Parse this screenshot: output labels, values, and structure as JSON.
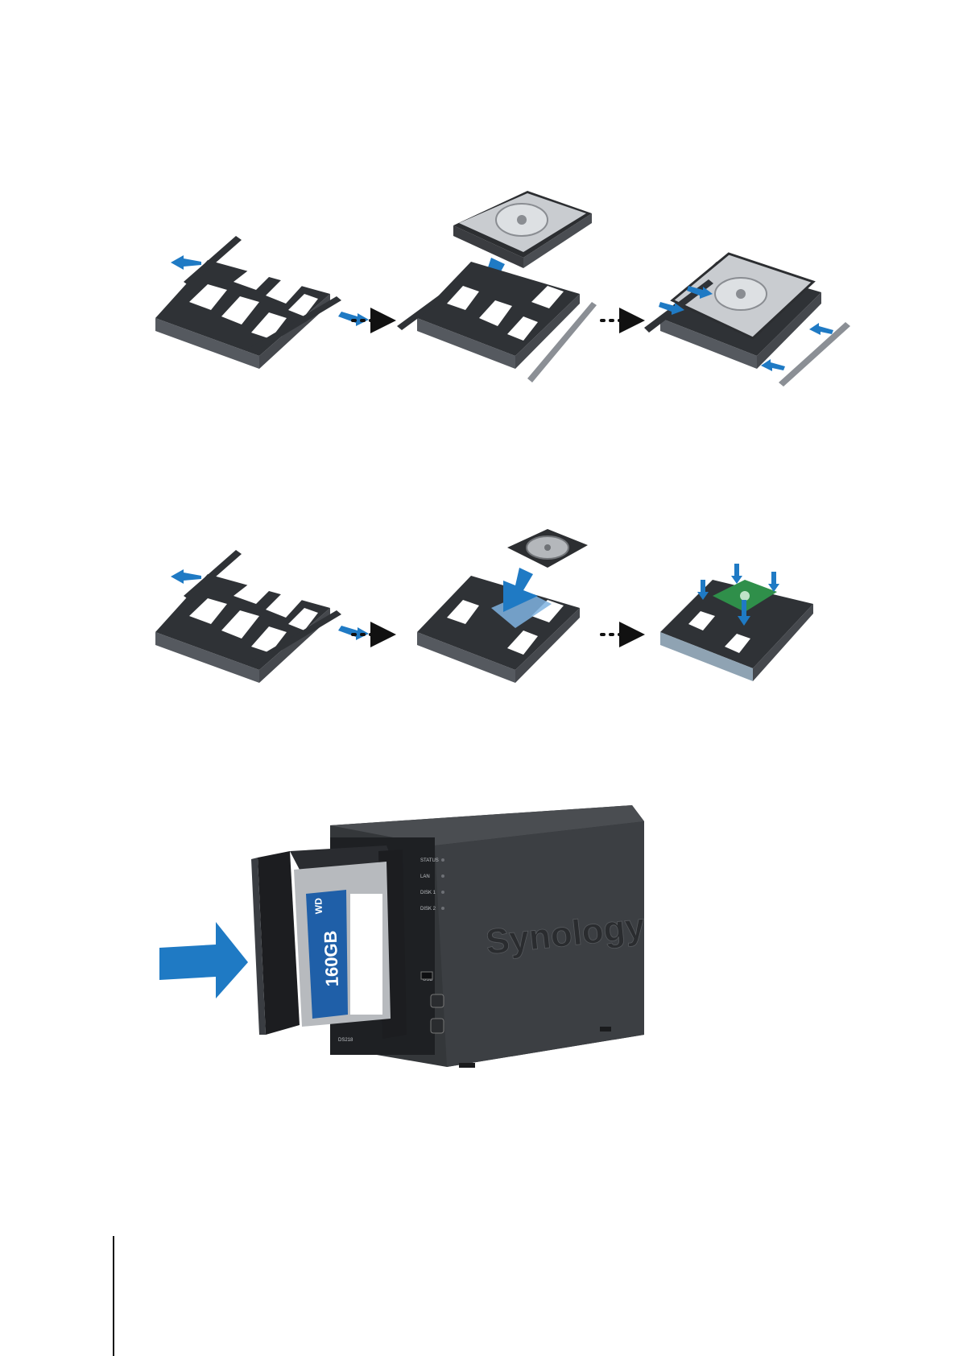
{
  "figures": {
    "hdd35": {
      "steps": [
        "remove-side-panels",
        "insert-drive",
        "reattach-side-panels"
      ]
    },
    "hdd25": {
      "steps": [
        "remove-side-panels",
        "place-drive",
        "press-drive-in"
      ]
    },
    "insert": {
      "brand": "Synology",
      "leds": [
        "STATUS",
        "LAN",
        "DISK 1",
        "DISK 2"
      ],
      "usb_label": "USB",
      "drive_brand": "WD",
      "drive_capacity": "160GB",
      "model": "DS218"
    }
  },
  "colors": {
    "arrow_blue": "#1f7ac4",
    "tray": "#3a3d42",
    "nas": "#34373a"
  }
}
